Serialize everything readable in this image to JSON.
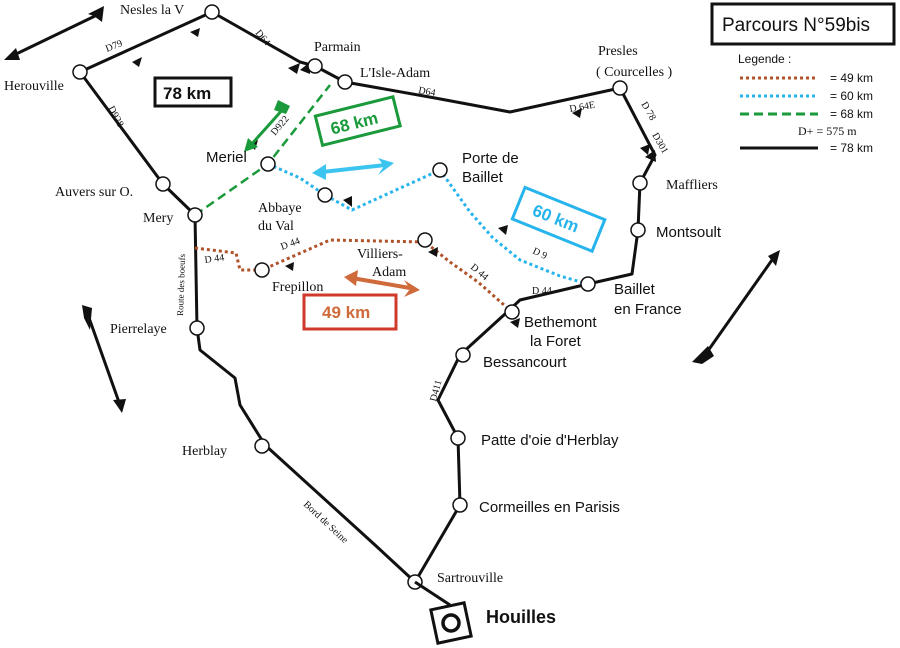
{
  "title": "Parcours N°59bis",
  "start": "Houilles",
  "colors": {
    "route_78": "#111111",
    "route_68": "#1a9a3a",
    "route_60": "#26b4ec",
    "route_49": "#b0522a",
    "arrow_60": "#3cc4f0",
    "arrow_49": "#cf6a3a"
  },
  "legend": {
    "heading": "Legende :",
    "items": [
      {
        "label": "= 49 km",
        "color": "#b0522a",
        "style": "dotted"
      },
      {
        "label": "= 60 km",
        "color": "#26b4ec",
        "style": "dotted"
      },
      {
        "label": "= 68 km",
        "color": "#1a9a3a",
        "style": "dashed"
      },
      {
        "label": "= 78 km",
        "color": "#111111",
        "style": "solid"
      }
    ],
    "elevation": "D+ = 575 m"
  },
  "distance_boxes": {
    "km78": "78 km",
    "km68": "68 km",
    "km60": "60 km",
    "km49": "49 km"
  },
  "towns": {
    "nesles": "Nesles la V",
    "parmain": "Parmain",
    "isle_adam": "L'Isle-Adam",
    "presles_1": "Presles",
    "presles_2": "( Courcelles )",
    "herouville": "Herouville",
    "meriel": "Meriel",
    "auvers": "Auvers sur O.",
    "mery": "Mery",
    "abbaye_1": "Abbaye",
    "abbaye_2": "du Val",
    "porte_1": "Porte de",
    "porte_2": "Baillet",
    "maffliers": "Maffliers",
    "montsoult": "Montsoult",
    "villiers_1": "Villiers-",
    "villiers_2": "Adam",
    "frepillon": "Frepillon",
    "baillet_1": "Baillet",
    "baillet_2": "en France",
    "bethemont_1": "Bethemont",
    "bethemont_2": "la Foret",
    "pierrelaye": "Pierrelaye",
    "bessancourt": "Bessancourt",
    "herblay": "Herblay",
    "patte": "Patte d'oie d'Herblay",
    "cormeilles": "Cormeilles en Parisis",
    "sartrouville": "Sartrouville"
  },
  "roads": {
    "d79": "D79",
    "d64_a": "D64",
    "d64_b": "D64",
    "d928": "D928",
    "d922": "D922",
    "d64e": "D 64E",
    "d78": "D 78",
    "d301": "D301",
    "d44_a": "D 44",
    "d44_b": "D 44",
    "d44_c": "D 44",
    "d44_d": "D 44",
    "d9": "D 9",
    "d411": "D411",
    "route_boeufs": "Route des boeufs",
    "bord_seine": "Bord de Seine"
  }
}
